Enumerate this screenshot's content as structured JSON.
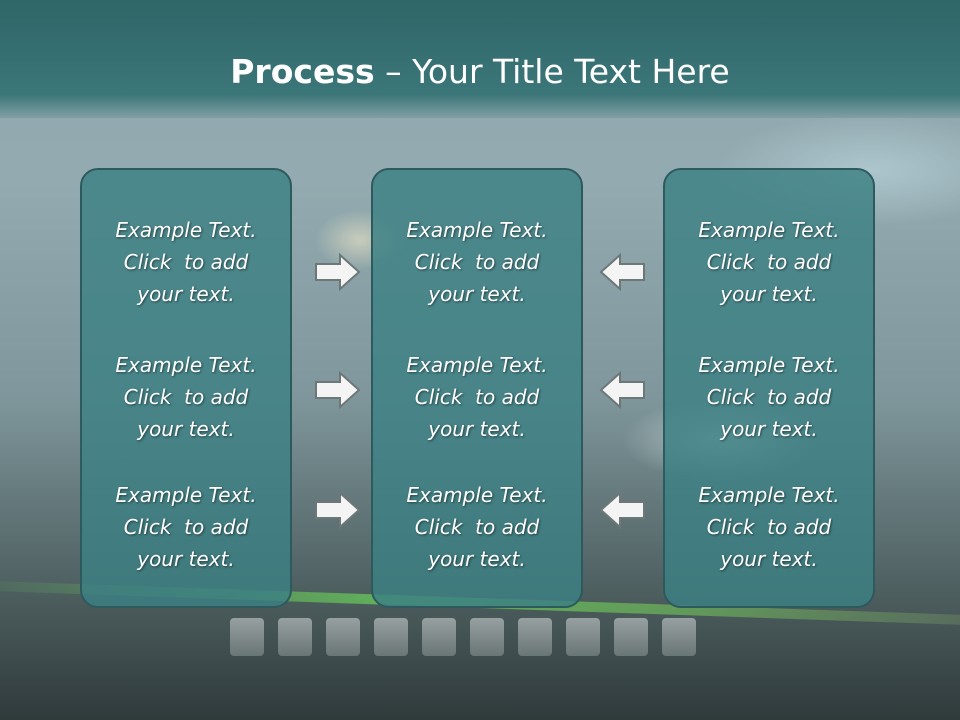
{
  "slide": {
    "title_bold": "Process",
    "title_rest": " – Your Title Text Here"
  },
  "columns": [
    {
      "items": [
        {
          "line1": "Example Text.",
          "line2": "Click  to add",
          "line3": "your text."
        },
        {
          "line1": "Example Text.",
          "line2": "Click  to add",
          "line3": "your text."
        },
        {
          "line1": "Example Text.",
          "line2": "Click  to add",
          "line3": "your text."
        }
      ]
    },
    {
      "items": [
        {
          "line1": "Example Text.",
          "line2": "Click  to add",
          "line3": "your text."
        },
        {
          "line1": "Example Text.",
          "line2": "Click  to add",
          "line3": "your text."
        },
        {
          "line1": "Example Text.",
          "line2": "Click  to add",
          "line3": "your text."
        }
      ]
    },
    {
      "items": [
        {
          "line1": "Example Text.",
          "line2": "Click  to add",
          "line3": "your text."
        },
        {
          "line1": "Example Text.",
          "line2": "Click  to add",
          "line3": "your text."
        },
        {
          "line1": "Example Text.",
          "line2": "Click  to add",
          "line3": "your text."
        }
      ]
    }
  ],
  "arrows": {
    "left_group": [
      "right-arrow-icon",
      "right-arrow-icon",
      "right-arrow-icon"
    ],
    "right_group": [
      "left-arrow-icon",
      "left-arrow-icon",
      "left-arrow-icon"
    ]
  },
  "colors": {
    "header": "#2f6668",
    "panel": "#3c8084",
    "panel_border": "#2d5a5d",
    "text": "#ffffff"
  }
}
